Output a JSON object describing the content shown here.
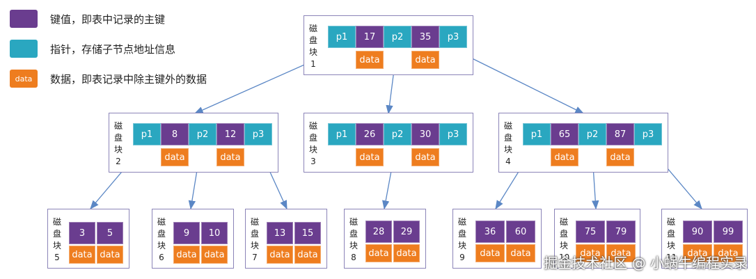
{
  "legend": [
    {
      "swatch": "",
      "color": "#6a3d8f",
      "text": "键值，即表中记录的主键"
    },
    {
      "swatch": "",
      "color": "#2aa7c0",
      "text": "指针，存储子节点地址信息"
    },
    {
      "swatch": "data",
      "color": "#ee7d1f",
      "text": "数据，即表记录中除主键外的数据"
    }
  ],
  "disk_label_prefix": "磁盘块",
  "data_label": "data",
  "nodes": {
    "n1": {
      "num": "1",
      "keys": [
        "17",
        "35"
      ],
      "ptrs": [
        "p1",
        "p2",
        "p3"
      ]
    },
    "n2": {
      "num": "2",
      "keys": [
        "8",
        "12"
      ],
      "ptrs": [
        "p1",
        "p2",
        "p3"
      ]
    },
    "n3": {
      "num": "3",
      "keys": [
        "26",
        "30"
      ],
      "ptrs": [
        "p1",
        "p2",
        "p3"
      ]
    },
    "n4": {
      "num": "4",
      "keys": [
        "65",
        "87"
      ],
      "ptrs": [
        "p1",
        "p2",
        "p3"
      ]
    },
    "n5": {
      "num": "5",
      "keys": [
        "3",
        "5"
      ]
    },
    "n6": {
      "num": "6",
      "keys": [
        "9",
        "10"
      ]
    },
    "n7": {
      "num": "7",
      "keys": [
        "13",
        "15"
      ]
    },
    "n8": {
      "num": "8",
      "keys": [
        "28",
        "29"
      ]
    },
    "n9": {
      "num": "9",
      "keys": [
        "36",
        "60"
      ]
    },
    "n10": {
      "num": "10",
      "keys": [
        "75",
        "79"
      ]
    },
    "n11": {
      "num": "11",
      "keys": [
        "90",
        "99"
      ]
    }
  },
  "watermark": "掘金技术社区 @ 小蜗牛编程实录"
}
